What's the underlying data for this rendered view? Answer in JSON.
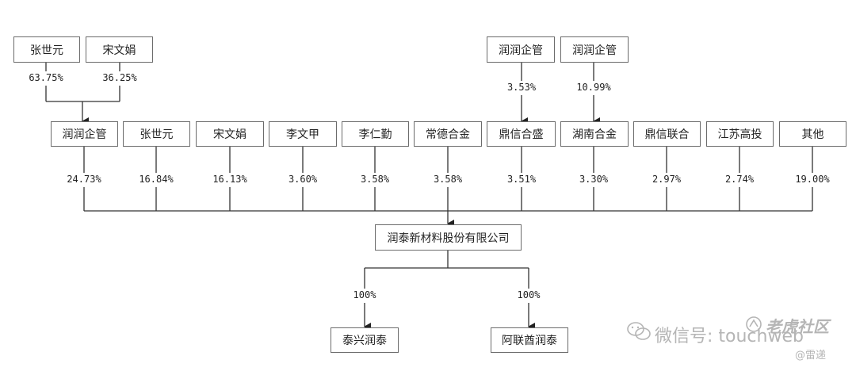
{
  "top_left": {
    "holders": [
      {
        "name": "张世元",
        "pct": "63.75%"
      },
      {
        "name": "宋文娟",
        "pct": "36.25%"
      }
    ]
  },
  "top_right": {
    "holders": [
      {
        "name": "润润企管",
        "pct": "3.53%"
      },
      {
        "name": "润润企管",
        "pct": "10.99%"
      }
    ]
  },
  "shareholders": [
    {
      "name": "润润企管",
      "pct": "24.73%"
    },
    {
      "name": "张世元",
      "pct": "16.84%"
    },
    {
      "name": "宋文娟",
      "pct": "16.13%"
    },
    {
      "name": "李文甲",
      "pct": "3.60%"
    },
    {
      "name": "李仁勤",
      "pct": "3.58%"
    },
    {
      "name": "常德合金",
      "pct": "3.58%"
    },
    {
      "name": "鼎信合盛",
      "pct": "3.51%"
    },
    {
      "name": "湖南合金",
      "pct": "3.30%"
    },
    {
      "name": "鼎信联合",
      "pct": "2.97%"
    },
    {
      "name": "江苏高投",
      "pct": "2.74%"
    },
    {
      "name": "其他",
      "pct": "19.00%"
    }
  ],
  "company": {
    "name": "润泰新材料股份有限公司"
  },
  "subsidiaries": [
    {
      "name": "泰兴润泰",
      "pct": "100%"
    },
    {
      "name": "阿联酋润泰",
      "pct": "100%"
    }
  ],
  "watermark": {
    "wechat": "微信号: touchweb",
    "brand": "老虎社区",
    "credit": "@雷递"
  }
}
